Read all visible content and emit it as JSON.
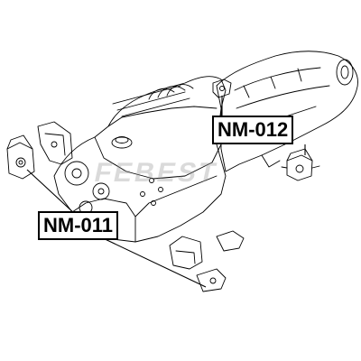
{
  "callouts": {
    "left_part": "NM-011",
    "right_part": "NM-012"
  },
  "watermark": "FEBEST",
  "colors": {
    "line": "#000000",
    "background": "#ffffff",
    "watermark": "#969696"
  }
}
